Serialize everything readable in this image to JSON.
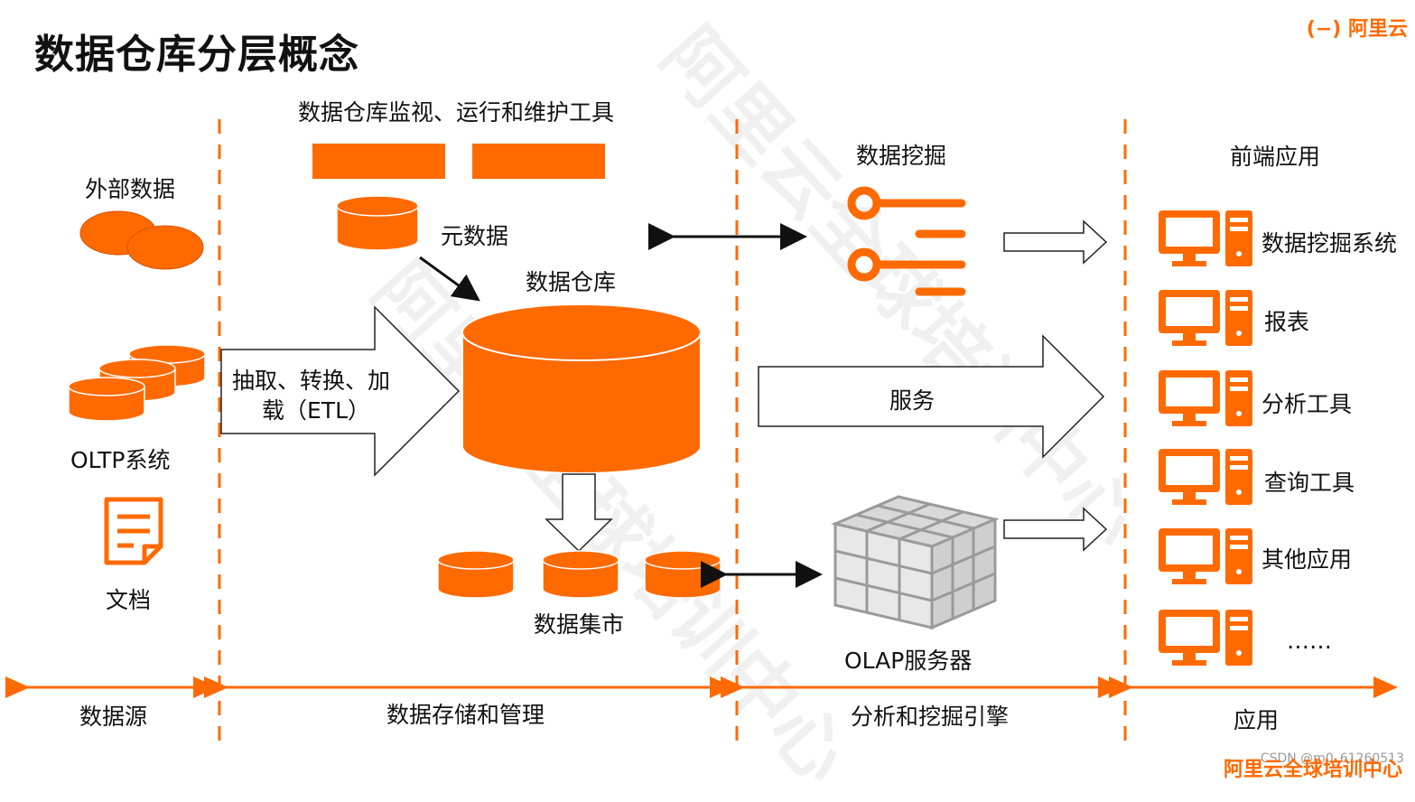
{
  "title": "数据仓库分层概念",
  "logo": "阿里云",
  "monitor_tools": "数据仓库监视、运行和维护工具",
  "metadata": "元数据",
  "warehouse": "数据仓库",
  "data_mart": "数据集市",
  "external_data": "外部数据",
  "oltp": "OLTP系统",
  "documents": "文档",
  "etl_line1": "抽取、转换、加",
  "etl_line2": "载（ETL）",
  "data_mining": "数据挖掘",
  "service": "服务",
  "olap": "OLAP服务器",
  "frontend": "前端应用",
  "apps": [
    "数据挖掘系统",
    "报表",
    "分析工具",
    "查询工具",
    "其他应用",
    "……"
  ],
  "layers": [
    "数据源",
    "数据存储和管理",
    "分析和挖掘引擎",
    "应用"
  ],
  "watermark": "阿里云全球培训中心",
  "csdn": "CSDN @m0_61260513",
  "colors": {
    "accent": "#ff6a00"
  }
}
